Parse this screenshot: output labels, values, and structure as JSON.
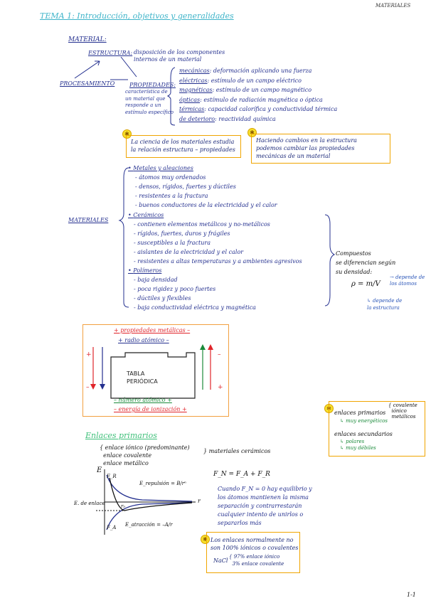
{
  "header": {
    "top_right": "MATERIALES",
    "title": "TEMA 1: Introducción, objetivos y generalidades",
    "page_number": "1-1"
  },
  "material": {
    "heading": "MATERIAL:",
    "estructura_label": "ESTRUCTURA:",
    "estructura_def_1": "disposición de los componentes",
    "estructura_def_2": "internos de un material",
    "procesamiento_label": "PROCESAMIENTO",
    "propiedades_label": "PROPIEDADES:",
    "propiedades_def": [
      "característica de",
      "un material que",
      "responde a un",
      "estímulo específico"
    ],
    "props": [
      {
        "name": "mecánicas",
        "desc": ": deformación aplicando una fuerza"
      },
      {
        "name": "eléctricas",
        "desc": ": estímulo de un campo eléctrico"
      },
      {
        "name": "magnéticas",
        "desc": ": estímulo de un campo magnético"
      },
      {
        "name": "ópticas",
        "desc": ": estímulo de radiación magnética o óptica"
      },
      {
        "name": "térmicas",
        "desc": ": capacidad calorífica y conductividad térmica"
      },
      {
        "name": "de deterioro",
        "desc": ": reactividad química"
      }
    ]
  },
  "note1": {
    "lines": [
      "La ciencia de los materiales estudia",
      "la relación estructura – propiedades"
    ]
  },
  "note2": {
    "lines": [
      "Haciendo cambios en la estructura",
      "podemos cambiar las propiedades",
      "mecánicas de un material"
    ]
  },
  "materiales": {
    "label": "MATERIALES",
    "groups": [
      {
        "title": "Metales y aleaciones",
        "items": [
          "átomos muy ordenados",
          "densos, rígidos, fuertes y dúctiles",
          "resistentes a la fractura",
          "buenos conductores de la electricidad y el calor"
        ]
      },
      {
        "title": "Cerámicos",
        "items": [
          "contienen elementos metálicos y no-metálicos",
          "rígidos, fuertes, duros y frágiles",
          "susceptibles a la fractura",
          "aislantes de la electricidad y el calor",
          "resistentes a altas temperaturas y a ambientes agresivos"
        ]
      },
      {
        "title": "Polímeros",
        "items": [
          "baja densidad",
          "poca rigidez y poco fuertes",
          "dúctiles y flexibles",
          "baja conductividad eléctrica y magnética"
        ]
      }
    ],
    "compuestos": [
      "Compuestos",
      "se diferencian según",
      "su densidad:"
    ],
    "rho_formula": "ρ = m/V",
    "rho_note1": [
      "→ depende de",
      "los átomos"
    ],
    "rho_note2": [
      "↳ depende de",
      "la estructura"
    ]
  },
  "periodic": {
    "top1": "+ propiedades metálicas –",
    "top2": "+ radio atómico –",
    "table_label": [
      "TABLA",
      "PERIÓDICA"
    ],
    "bottom1": "– número atómico +",
    "bottom2": "– energía de ionización +",
    "side_plus": "+",
    "side_minus": "–"
  },
  "side_note": {
    "line1": "enlaces primarios",
    "branch": [
      "covalente",
      "iónico",
      "metálicos"
    ],
    "line2": "↳ muy energéticos",
    "line3": "enlaces secundarios",
    "line4": "↳ polares",
    "line5": "↳ muy débiles"
  },
  "enlaces": {
    "heading": "Enlaces primarios",
    "list": [
      "enlace iónico (predominante)",
      "enlace covalente",
      "enlace metálico"
    ],
    "ceramic_note": "materiales cerámicos",
    "formula": "F_N = F_A + F_R",
    "text": [
      "Cuando F_N = 0 hay equilibrio y",
      "los átomos mantienen la misma",
      "separación y contrarrestarán",
      "cualquier intento de unirlos o",
      "separarlos más"
    ],
    "graph": {
      "e_label": "E",
      "fr": "F_R",
      "fa": "F_A",
      "r": "r",
      "ro": "r₀",
      "rep": "E_repulsión = B/rⁿ",
      "atr": "E_atracción = –A/r",
      "eo": "E. de enlace"
    }
  },
  "note3": {
    "lines": [
      "Los enlaces normalmente no",
      "son 100% iónicos o covalentes"
    ],
    "nacl": "NaCl",
    "nacl_items": [
      "97% enlace iónico",
      "3% enlace covalente"
    ]
  }
}
